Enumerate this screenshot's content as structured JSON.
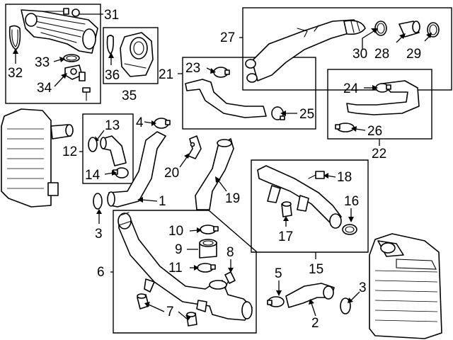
{
  "callouts": {
    "c1": "1",
    "c2": "2",
    "c3a": "3",
    "c3b": "3",
    "c4": "4",
    "c5": "5",
    "c6": "6",
    "c7": "7",
    "c8": "8",
    "c9": "9",
    "c10": "10",
    "c11": "11",
    "c12": "12",
    "c13": "13",
    "c14": "14",
    "c15": "15",
    "c16": "16",
    "c17": "17",
    "c18": "18",
    "c19": "19",
    "c20": "20",
    "c21": "21",
    "c22": "22",
    "c23": "23",
    "c24": "24",
    "c25": "25",
    "c26": "26",
    "c27": "27",
    "c28": "28",
    "c29": "29",
    "c30": "30",
    "c31": "31",
    "c32": "32",
    "c33": "33",
    "c34": "34",
    "c35": "35",
    "c36": "36"
  }
}
